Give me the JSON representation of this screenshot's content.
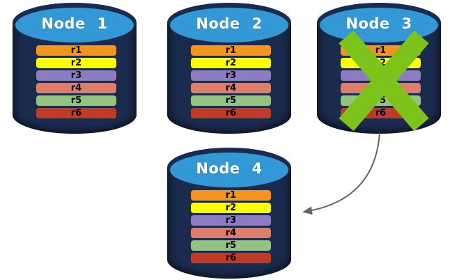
{
  "canvas": {
    "background": "#ffffff"
  },
  "colors": {
    "cylinder_body": "#1b2b4d",
    "cylinder_top": "#3399d6",
    "records": [
      "#f7941e",
      "#ffff00",
      "#8e7cc3",
      "#dd7e6b",
      "#93c47d",
      "#c03a26"
    ],
    "cross": "#7cc41c",
    "arrow": "#666666"
  },
  "nodes": [
    {
      "label": "Node 1",
      "records": [
        "r1",
        "r2",
        "r3",
        "r4",
        "r5",
        "r6"
      ],
      "crossed_out": false
    },
    {
      "label": "Node 2",
      "records": [
        "r1",
        "r2",
        "r3",
        "r4",
        "r5",
        "r6"
      ],
      "crossed_out": false
    },
    {
      "label": "Node 3",
      "records": [
        "r1",
        "r2",
        "r3",
        "r4",
        "r5",
        "r6"
      ],
      "crossed_out": true
    },
    {
      "label": "Node 4",
      "records": [
        "r1",
        "r2",
        "r3",
        "r4",
        "r5",
        "r6"
      ],
      "crossed_out": false
    }
  ],
  "arrow": {
    "from": "Node 3",
    "to": "Node 4"
  }
}
